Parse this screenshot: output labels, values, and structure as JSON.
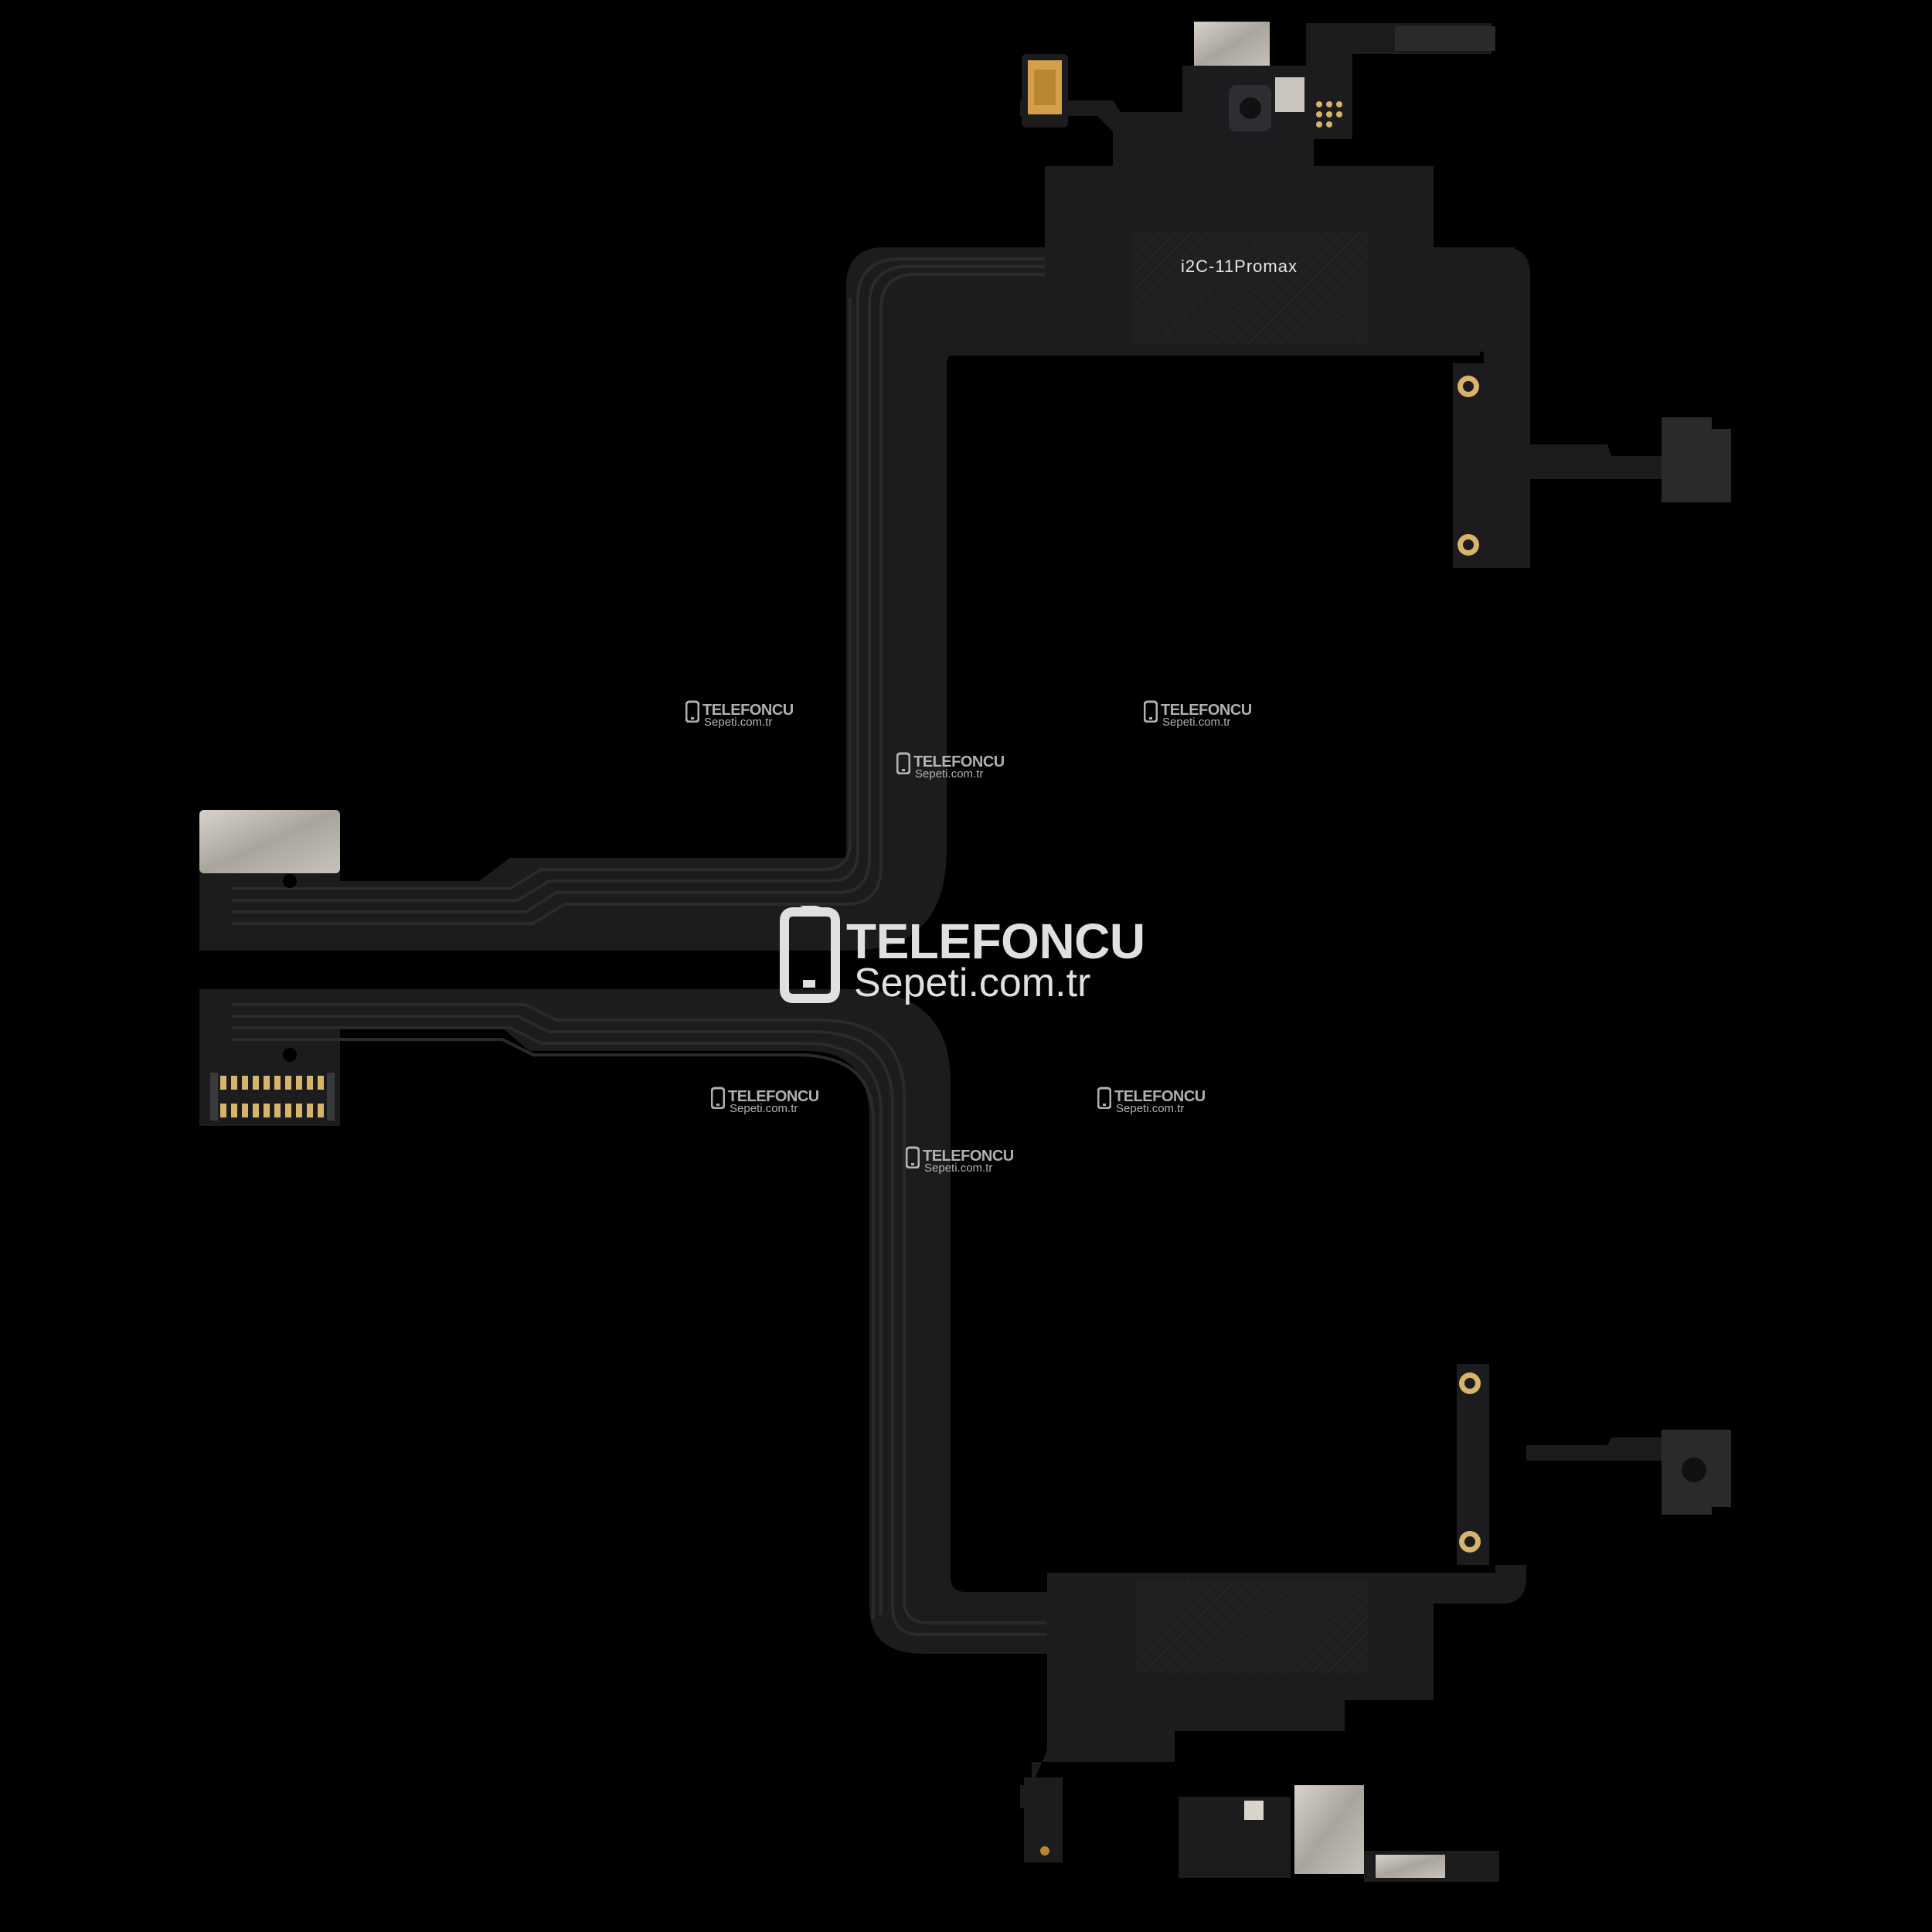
{
  "image": {
    "subject": "flex-cable",
    "background_color": "#000000",
    "flex_color": "#1c1c1e",
    "trace_color": "#2a2a2d",
    "metal_color": "#b9b4ab",
    "pad_color": "#d8b46a"
  },
  "board_label": "i2C-11Promax",
  "watermark": {
    "line1": "TELEFONCU",
    "line2": "Sepeti.com.tr",
    "icon": "phone-icon"
  }
}
